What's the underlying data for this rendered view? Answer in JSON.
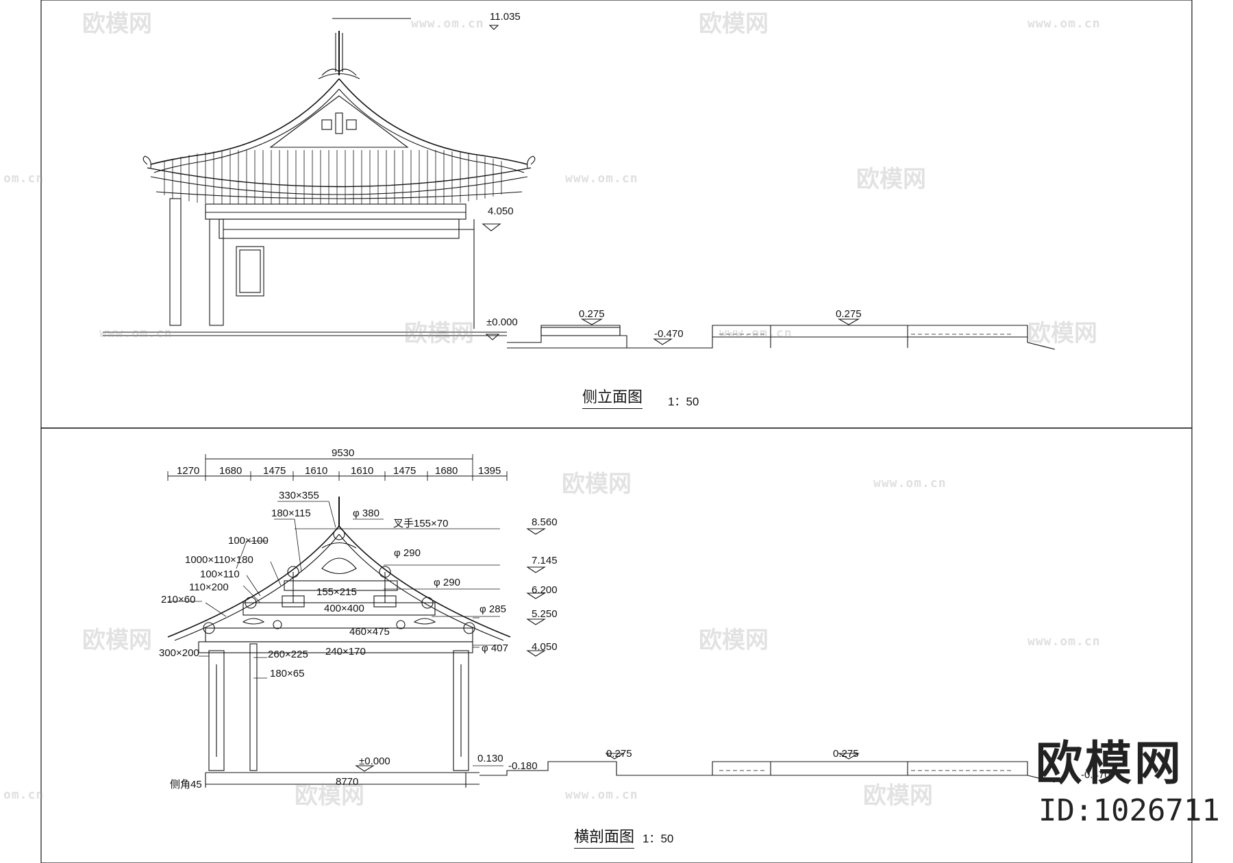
{
  "upper_view": {
    "title": "侧立面图",
    "scale": "1：50",
    "levels": {
      "ridge": "11.035",
      "eave": "4.050",
      "ground": "±0.000",
      "platform_a": "0.275",
      "platform_b": "0.275",
      "lower": "-0.470"
    }
  },
  "lower_view": {
    "title": "横剖面图",
    "scale": "1：50",
    "overall_top": "9530",
    "bays_top": [
      "1270",
      "1680",
      "1475",
      "1610",
      "1610",
      "1475",
      "1680",
      "1395"
    ],
    "overall_bottom": "8770",
    "side_corner": "侧角45",
    "members": {
      "m330x355": "330×355",
      "m180x115": "180×115",
      "m100x100": "100×100",
      "m1000x110x180": "1000×110×180",
      "m100x110": "100×110",
      "m110x200": "110×200",
      "m210x60": "210×60",
      "m155x215": "155×215",
      "m400x400": "400×400",
      "m460x475": "460×475",
      "m300x200": "300×200",
      "m260x225": "260×225",
      "m240x170": "240×170",
      "m180x65": "180×65",
      "d380": "φ 380",
      "chashou": "叉手155×70",
      "d290a": "φ 290",
      "d290b": "φ 290",
      "d285": "φ 285",
      "d407": "φ 407"
    },
    "levels": {
      "l8560": "8.560",
      "l7145": "7.145",
      "l6200": "6.200",
      "l5250": "5.250",
      "l4050": "4.050",
      "ground": "±0.000",
      "l0130": "0.130",
      "lm0180": "-0.180",
      "p1": "0.275",
      "p2": "0.275",
      "lm0470": "-0.470"
    }
  },
  "watermark": {
    "name": "欧模网",
    "url": "www.om.cn",
    "url_short": "om.cn",
    "id": "ID:1026711"
  }
}
